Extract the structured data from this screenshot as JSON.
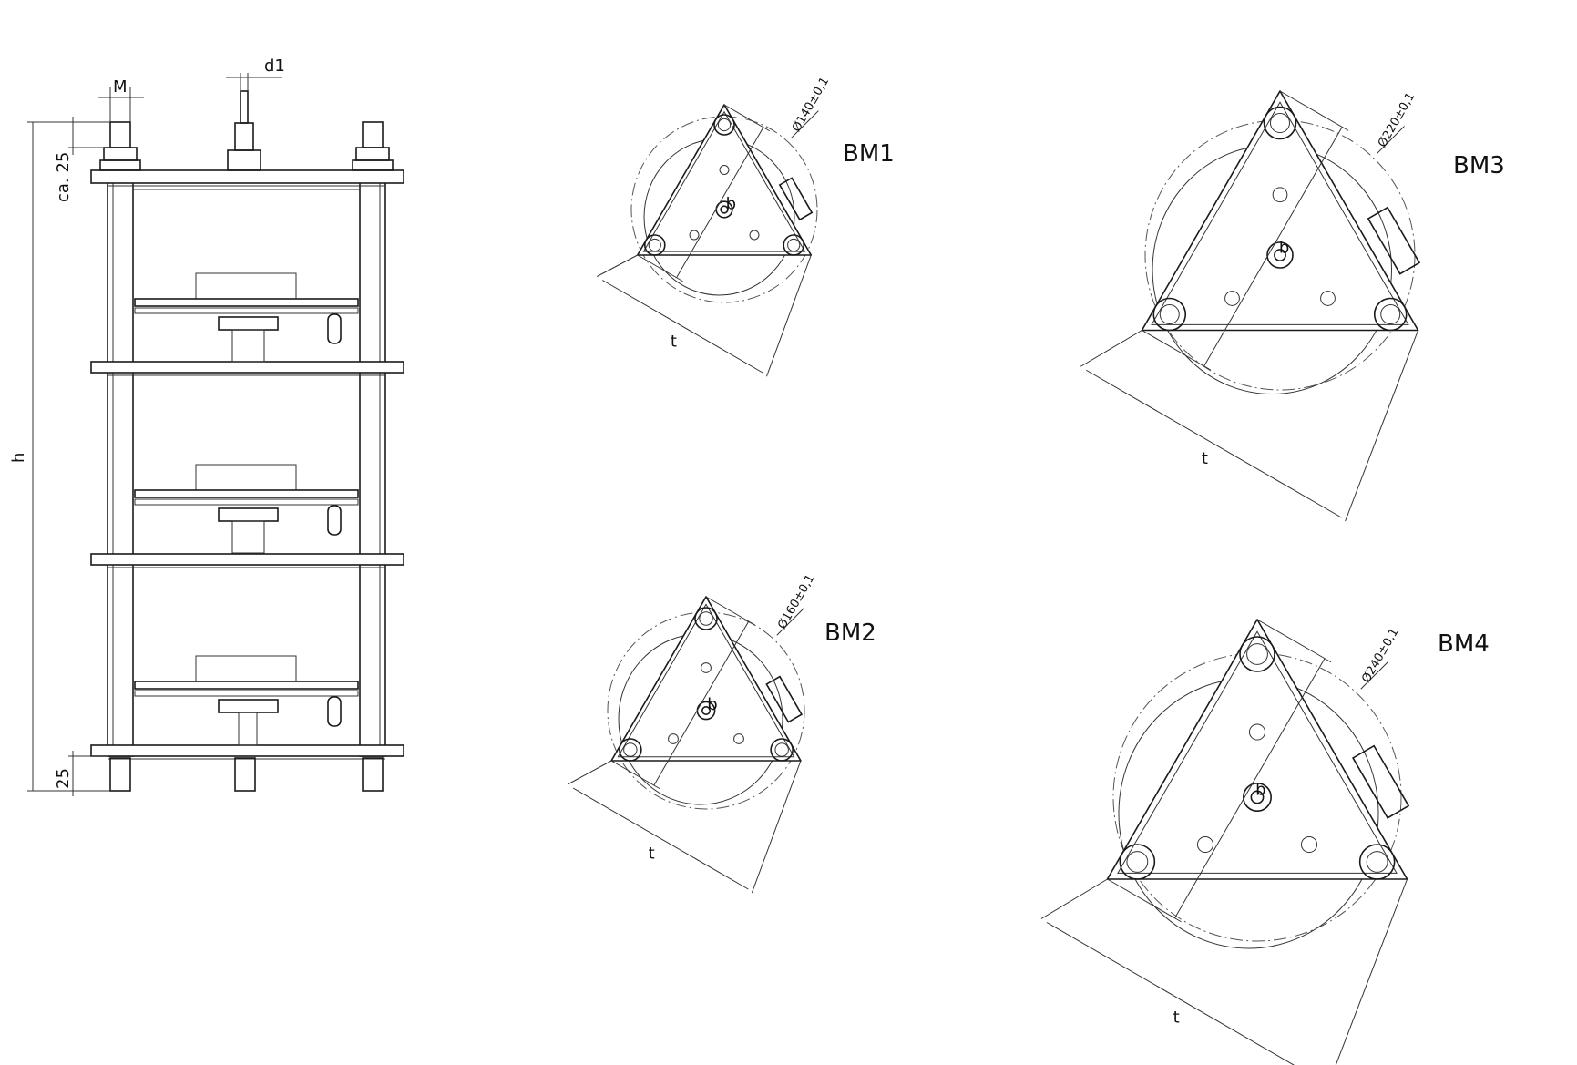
{
  "side_view": {
    "dim_M": "M",
    "dim_d1": "d1",
    "dim_top": "ca. 25",
    "dim_bottom": "25",
    "dim_h": "h"
  },
  "units": [
    {
      "id": "bm1",
      "label": "BM1",
      "b": "b",
      "t": "t",
      "diameter": "Ø140±0,1"
    },
    {
      "id": "bm2",
      "label": "BM2",
      "b": "b",
      "t": "t",
      "diameter": "Ø160±0,1"
    },
    {
      "id": "bm3",
      "label": "BM3",
      "b": "b",
      "t": "t",
      "diameter": "Ø220±0,1"
    },
    {
      "id": "bm4",
      "label": "BM4",
      "b": "b",
      "t": "t",
      "diameter": "Ø240±0,1"
    }
  ]
}
